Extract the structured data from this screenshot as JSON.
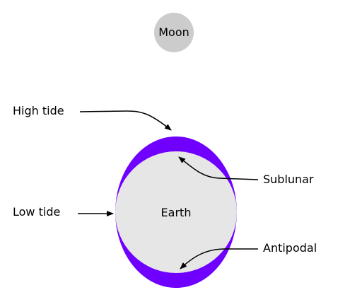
{
  "labels": {
    "moon": "Moon",
    "earth": "Earth",
    "high_tide": "High tide",
    "low_tide": "Low tide",
    "sublunar": "Sublunar",
    "antipodal": "Antipodal"
  },
  "colors": {
    "tidal_bulge": "#6f00ff",
    "earth_fill": "#e6e6e6",
    "moon_fill": "#cccccc",
    "arrow": "#000000"
  }
}
